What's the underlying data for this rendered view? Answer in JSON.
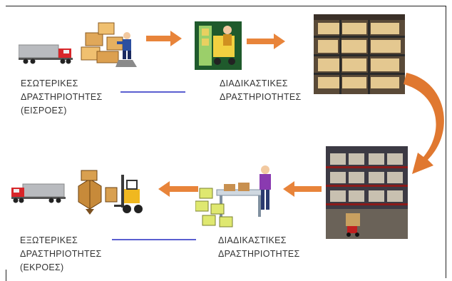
{
  "labels": {
    "top_left": [
      "ΕΣΩΤΕΡΙΚΕΣ",
      "ΔΡΑΣΤΗΡΙΟΤΗΤΕΣ",
      "(ΕΙΣΡΟΕΣ)"
    ],
    "top_middle": [
      "ΔΙΑΔΙΚΑΣΤΙΚΕΣ",
      "ΔΡΑΣΤΗΡΙΟΤΗΤΕΣ"
    ],
    "bottom_left": [
      "ΕΞΩΤΕΡΙΚΕΣ",
      "ΔΡΑΣΤΗΡΙΟΤΗΤΕΣ",
      "(ΕΚΡΟΕΣ)"
    ],
    "bottom_middle": [
      "ΔΙΑΔΙΚΑΣΤΙΚΕΣ",
      "ΔΡΑΣΤΗΡΙΟΤΗΤΕΣ"
    ]
  },
  "colors": {
    "arrow": "#e8843a",
    "line": "#5a5fd0"
  }
}
